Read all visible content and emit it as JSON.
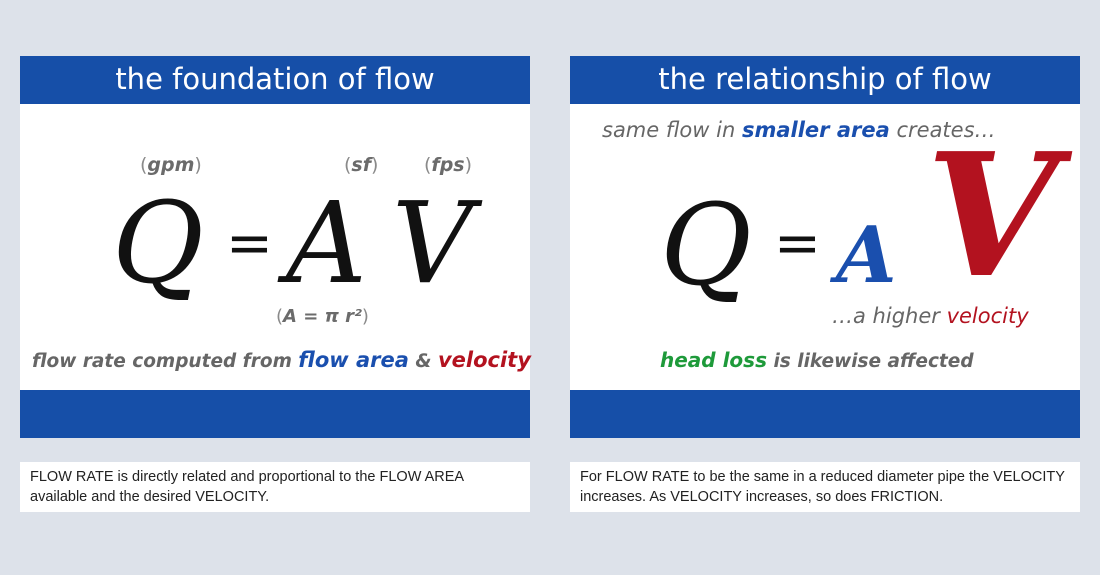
{
  "colors": {
    "background": "#dde2ea",
    "header_blue": "#164fa8",
    "accent_blue": "#1a4fae",
    "accent_red": "#b3121f",
    "accent_green": "#1e9a3a",
    "gray_text": "#666666"
  },
  "left_card": {
    "title": "the foundation of flow",
    "unit_q": "gpm",
    "unit_a": "sf",
    "unit_v": "fps",
    "eq_q": "Q",
    "eq_equals": "=",
    "eq_a": "A",
    "eq_v": "V",
    "area_formula": "A = π r²",
    "caption_start": "flow rate computed from",
    "caption_area": "flow area",
    "caption_amp": "&",
    "caption_velocity": "velocity",
    "description": "FLOW RATE is directly related and proportional to the FLOW AREA available and the desired VELOCITY."
  },
  "right_card": {
    "title": "the relationship of flow",
    "top_start": "same flow in",
    "top_area": "smaller area",
    "top_end": "creates…",
    "eq_q": "Q",
    "eq_equals": "=",
    "eq_a": "A",
    "eq_v": "V",
    "result_start": "…a higher",
    "result_velocity": "velocity",
    "headloss_label": "head loss",
    "headloss_rest": "is likewise affected",
    "description": "For FLOW RATE to be the same in a reduced diameter pipe the VELOCITY increases.  As VELOCITY increases, so does FRICTION."
  }
}
